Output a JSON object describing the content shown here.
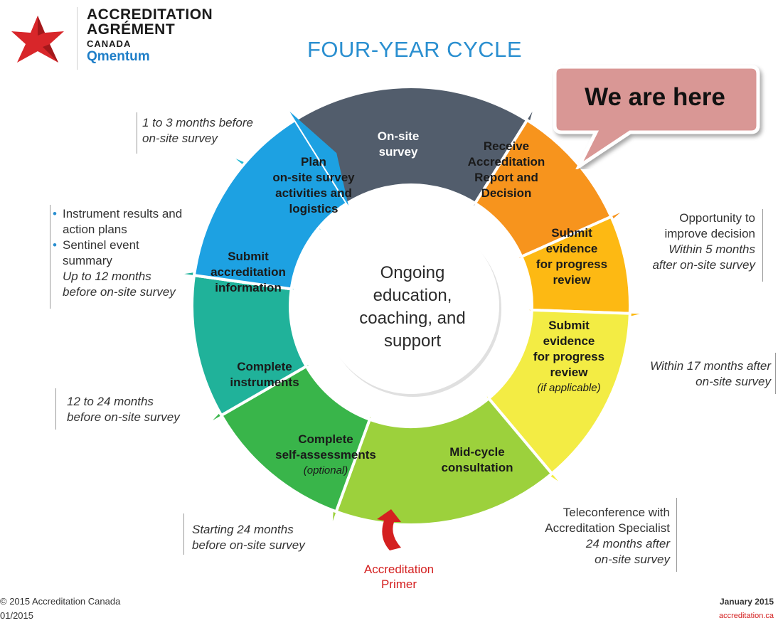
{
  "logo": {
    "line1": "ACCREDITATION",
    "line2": "AGRÉMENT",
    "line3": "CANADA",
    "line4": "Qmentum",
    "brand_red": "#d8262a",
    "brand_blue": "#1e7ec8"
  },
  "title": "FOUR-YEAR CYCLE",
  "callout": {
    "text": "We are here",
    "fill": "#d99795"
  },
  "center": {
    "line1": "Ongoing",
    "line2": "education,",
    "line3": "coaching, and",
    "line4": "support"
  },
  "segments": [
    {
      "id": "onsite",
      "lines": [
        "On-site",
        "survey"
      ],
      "color": "#525d6c",
      "text_color": "#ffffff"
    },
    {
      "id": "receive",
      "lines": [
        "Receive",
        "Accreditation",
        "Report and",
        "Decision"
      ],
      "color": "#f7941d",
      "text_color": "#1a1a1a"
    },
    {
      "id": "submit1",
      "lines": [
        "Submit",
        "evidence",
        "for progress",
        "review"
      ],
      "color": "#fdb913",
      "text_color": "#1a1a1a"
    },
    {
      "id": "submit2",
      "lines": [
        "Submit",
        "evidence",
        "for progress",
        "review"
      ],
      "sub": "(if applicable)",
      "color": "#f3ec44",
      "text_color": "#1a1a1a"
    },
    {
      "id": "midcycle",
      "lines": [
        "Mid-cycle",
        "consultation"
      ],
      "color": "#9cd13c",
      "text_color": "#1a1a1a"
    },
    {
      "id": "selfassess",
      "lines": [
        "Complete",
        "self-assessments"
      ],
      "sub": "(optional)",
      "color": "#39b54a",
      "text_color": "#1a1a1a"
    },
    {
      "id": "instruments",
      "lines": [
        "Complete",
        "instruments"
      ],
      "color": "#20b29a",
      "text_color": "#1a1a1a"
    },
    {
      "id": "info",
      "lines": [
        "Submit",
        "accreditation",
        "information"
      ],
      "color": "#1fb8d3",
      "text_color": "#1a1a1a"
    },
    {
      "id": "plan",
      "lines": [
        "Plan",
        "on-site survey",
        "activities and",
        "logistics"
      ],
      "color": "#1da1e2",
      "text_color": "#1a1a1a"
    }
  ],
  "notes": {
    "plan": {
      "line1": "1 to 3 months before",
      "line2": "on-site survey"
    },
    "info": {
      "bullet1a": "Instrument results and",
      "bullet1b": "action plans",
      "bullet2a": "Sentinel event",
      "bullet2b": "summary",
      "italic1": "Up to 12 months",
      "italic2": "before on-site survey"
    },
    "instruments": {
      "line1": "12 to 24 months",
      "line2": "before on-site survey"
    },
    "selfassess": {
      "line1": "Starting 24 months",
      "line2": "before on-site survey"
    },
    "midcycle": {
      "line1": "Teleconference with",
      "line2": "Accreditation Specialist",
      "line3": "24 months after",
      "line4": "on-site survey"
    },
    "submit2": {
      "line1": "Within 17 months after",
      "line2": "on-site survey"
    },
    "submit1": {
      "line1": "Opportunity to",
      "line2": "improve decision",
      "line3": "Within 5 months",
      "line4": "after on-site survey"
    }
  },
  "primer": {
    "line1": "Accreditation",
    "line2": "Primer"
  },
  "footer": {
    "copyright": "© 2015 Accreditation Canada",
    "date_small": "01/2015",
    "date": "January 2015",
    "url": "accreditation.ca"
  }
}
